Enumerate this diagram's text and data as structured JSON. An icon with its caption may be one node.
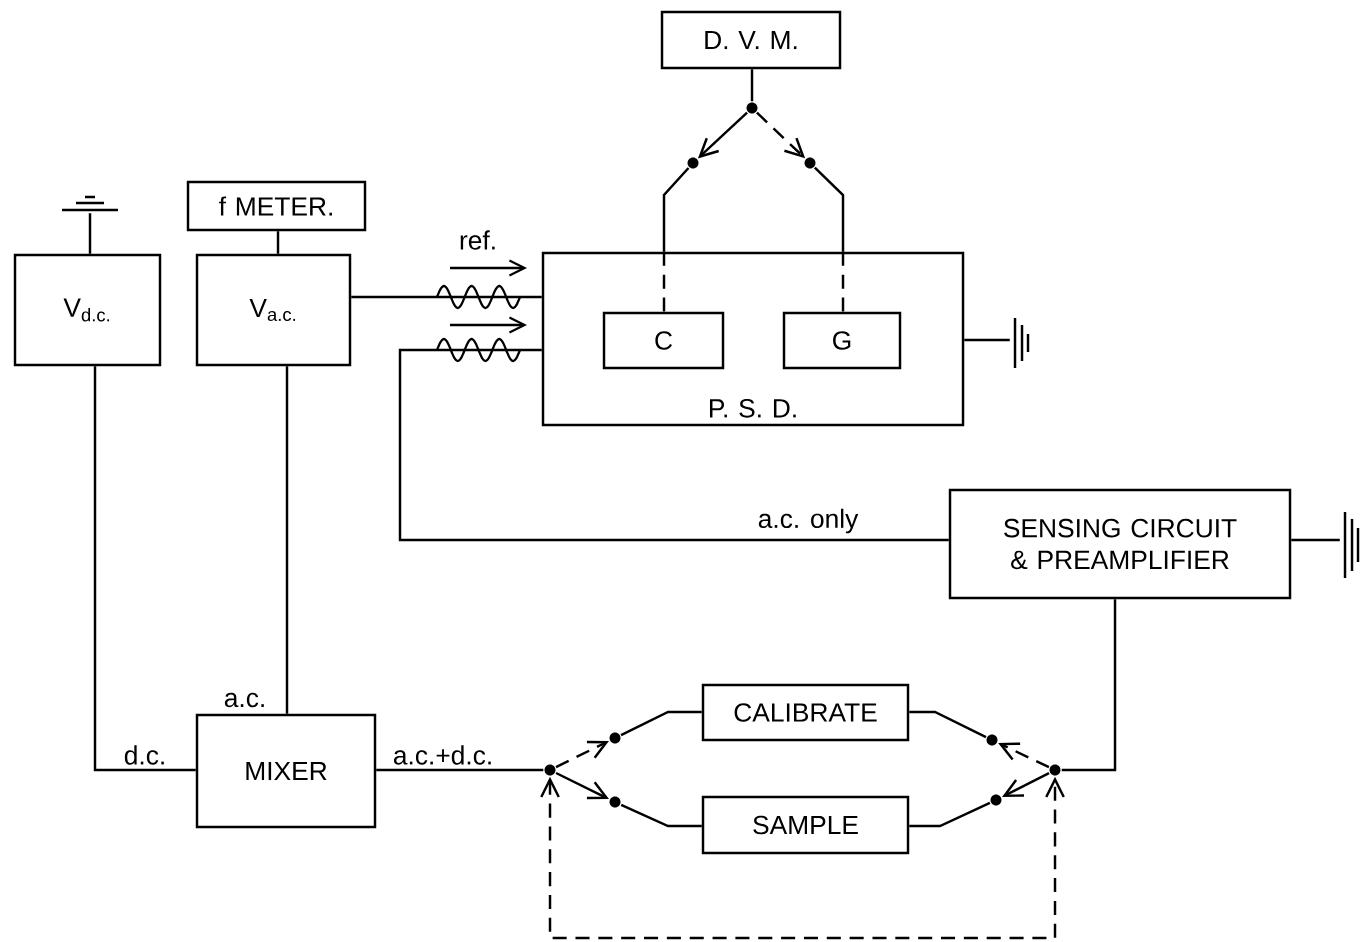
{
  "diagram": {
    "nodes": [
      {
        "text": [
          "D. V. M."
        ]
      },
      {
        "text": [
          "f METER."
        ]
      },
      {
        "text": [
          "V$_{d.c.}$"
        ]
      },
      {
        "text": [
          "V$_{a.c.}$"
        ]
      },
      {
        "text": [
          "P. S. D."
        ]
      },
      {
        "text": [
          "C"
        ],
        "in": 4
      },
      {
        "text": [
          "G"
        ],
        "in": 4
      },
      {
        "text": [
          "SENSING CIRCUIT & PREAMPLIFIER"
        ]
      },
      {
        "text": [
          "MIXER"
        ]
      },
      {
        "text": [
          "CALIBRATE"
        ]
      },
      {
        "text": [
          "SAMPLE"
        ]
      },
      {
        "text": [],
        "shape": "circle"
      },
      {
        "text": [],
        "shape": "circle"
      },
      {
        "text": [],
        "shape": "circle"
      },
      {
        "text": [],
        "shape": "circle"
      },
      {
        "text": [],
        "shape": "circle"
      },
      {
        "text": [],
        "shape": "circle"
      },
      {
        "text": [],
        "shape": "circle"
      },
      {
        "text": [],
        "shape": "circle"
      },
      {
        "text": [],
        "shape": "circle"
      },
      {
        "text": [],
        "shape": "ground"
      },
      {
        "text": [],
        "shape": "ground"
      },
      {
        "text": [],
        "shape": "ground"
      }
    ],
    "edges": [
      {
        "from": 0,
        "to": 11,
        "arrow": "none"
      },
      {
        "from": 11,
        "to": 12,
        "arrow": "to"
      },
      {
        "from": 11,
        "to": 13,
        "arrow": "to",
        "style": "dashed"
      },
      {
        "from": 12,
        "to": 4,
        "arrow": "none"
      },
      {
        "from": 4,
        "to": 5,
        "arrow": "none",
        "style": "dashed"
      },
      {
        "from": 13,
        "to": 4,
        "arrow": "none"
      },
      {
        "from": 4,
        "to": 6,
        "arrow": "none",
        "style": "dashed"
      },
      {
        "from": 20,
        "to": 2,
        "arrow": "none"
      },
      {
        "from": 1,
        "to": 3,
        "arrow": "none"
      },
      {
        "from": 3,
        "to": 4,
        "arrow": "none",
        "label": "ref."
      },
      {
        "from": 7,
        "to": 4,
        "arrow": "none",
        "label": "a.c. only"
      },
      {
        "from": 2,
        "to": 8,
        "arrow": "none",
        "label": "d.c."
      },
      {
        "from": 3,
        "to": 8,
        "arrow": "none",
        "label": "a.c."
      },
      {
        "from": 8,
        "to": 14,
        "arrow": "none",
        "label": "a.c.+d.c."
      },
      {
        "from": 14,
        "to": 15,
        "arrow": "to",
        "style": "dashed"
      },
      {
        "from": 14,
        "to": 16,
        "arrow": "to"
      },
      {
        "from": 15,
        "to": 9,
        "arrow": "none"
      },
      {
        "from": 16,
        "to": 10,
        "arrow": "none"
      },
      {
        "from": 9,
        "to": 18,
        "arrow": "none"
      },
      {
        "from": 10,
        "to": 19,
        "arrow": "none"
      },
      {
        "from": 17,
        "to": 18,
        "arrow": "to",
        "style": "dashed"
      },
      {
        "from": 17,
        "to": 19,
        "arrow": "to"
      },
      {
        "from": 7,
        "to": 17,
        "arrow": "none"
      },
      {
        "from": 14,
        "to": 17,
        "arrow": "both",
        "style": "dashed"
      },
      {
        "from": 4,
        "to": 21,
        "arrow": "none"
      },
      {
        "from": 7,
        "to": 22,
        "arrow": "none"
      }
    ]
  }
}
